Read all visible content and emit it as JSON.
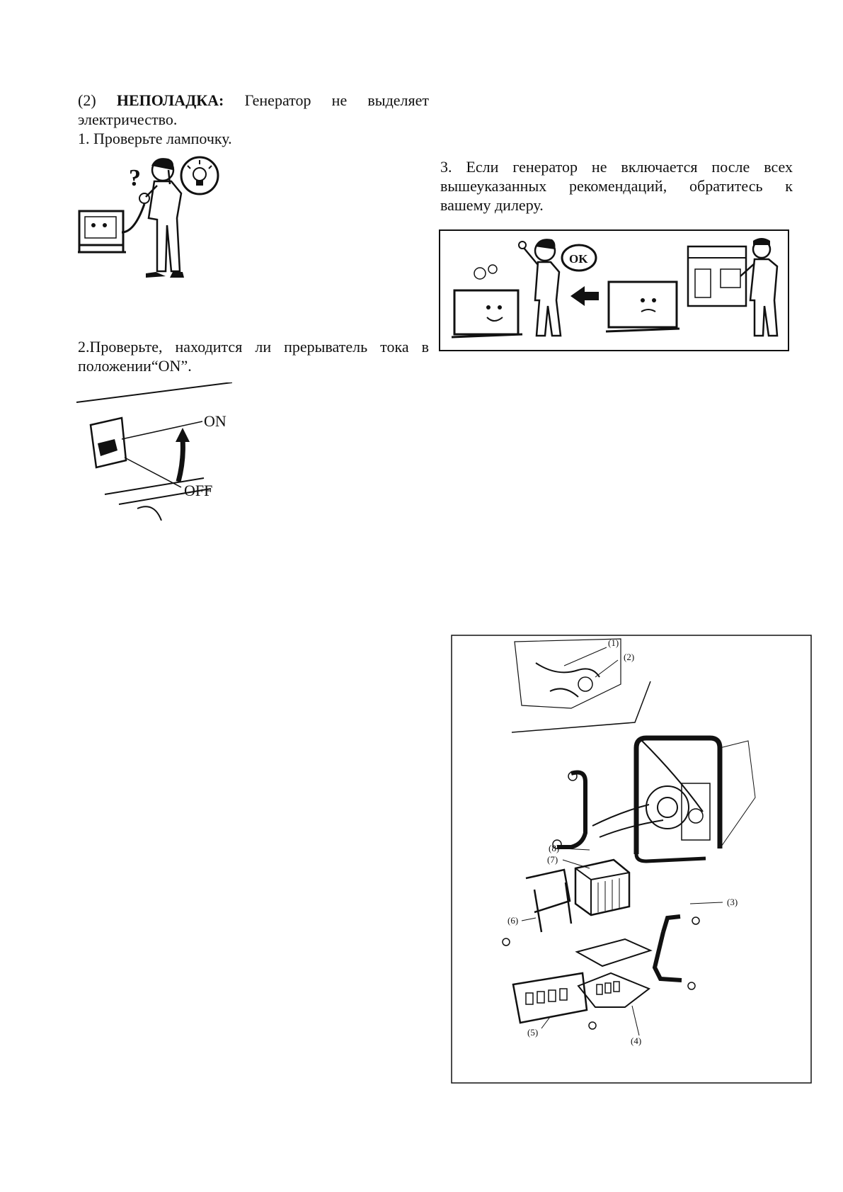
{
  "section1": {
    "label": "(2)",
    "problem_label": "НЕПОЛАДКА:",
    "problem_text_line1": "Генератор не выделяет",
    "problem_text_line2": "электричество."
  },
  "step1": {
    "text": "1. Проверьте лампочку."
  },
  "step2": {
    "line1": "2.Проверьте, находится ли прерыватель тока в",
    "line2": "положении“ON”."
  },
  "step3": {
    "line1": "3. Если генератор не включается после всех",
    "line2": "вышеуказанных рекомендаций, обратитесь к",
    "line3": "вашему дилеру."
  },
  "switch_figure": {
    "on_label": "ON",
    "off_label": "OFF"
  },
  "dealer_figure": {
    "ok_bubble": "OK"
  },
  "battery_diagram": {
    "callouts": [
      "(1)",
      "(2)",
      "(3)",
      "(4)",
      "(5)",
      "(6)",
      "(7)",
      "(8)"
    ]
  }
}
